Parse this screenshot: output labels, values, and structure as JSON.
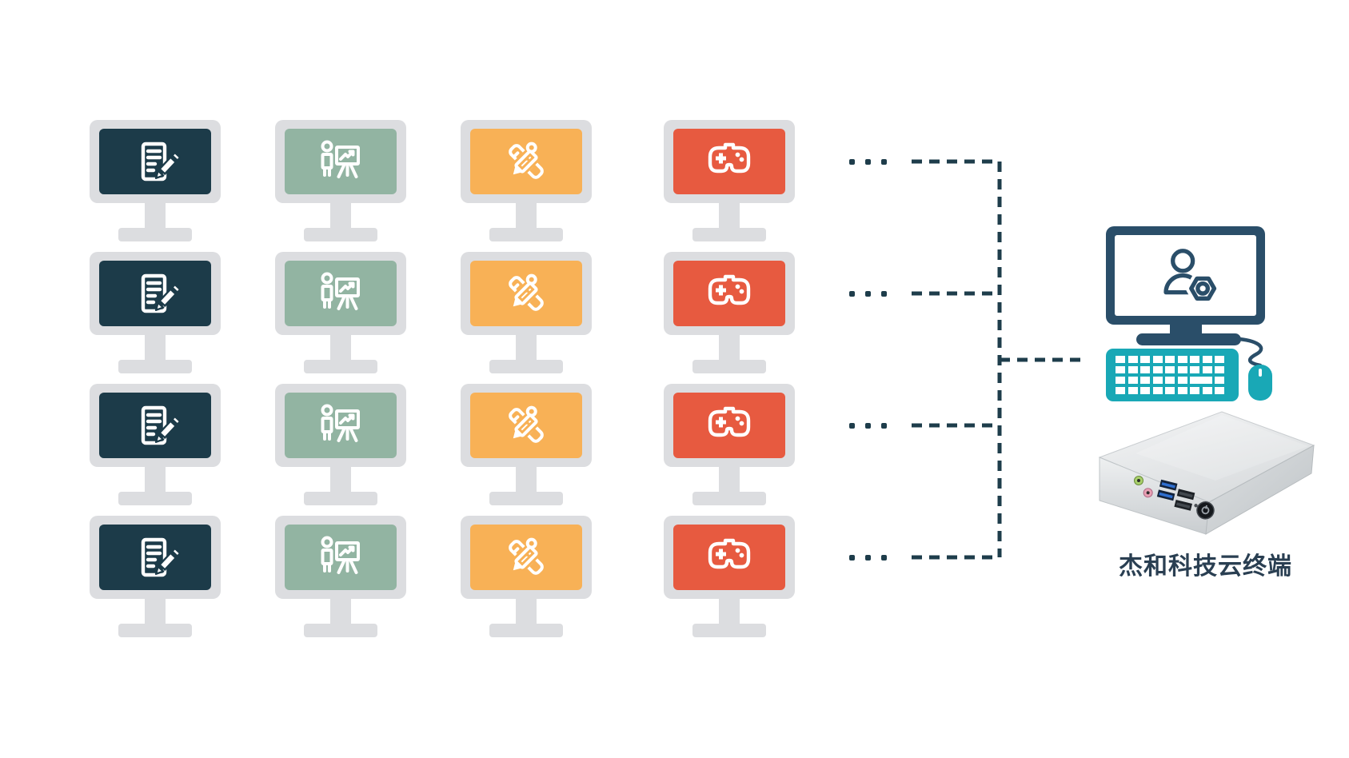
{
  "diagram": {
    "device_caption": "杰和科技云终端",
    "ellipsis": "...",
    "rows": 4,
    "client_columns": [
      {
        "id": "office",
        "icon": "document-edit-icon",
        "screen_color": "#1c3b49"
      },
      {
        "id": "presentation",
        "icon": "presentation-icon",
        "screen_color": "#92b4a2"
      },
      {
        "id": "design",
        "icon": "design-tools-icon",
        "screen_color": "#f8b156"
      },
      {
        "id": "gaming",
        "icon": "gamepad-icon",
        "screen_color": "#e75a40"
      }
    ],
    "colors": {
      "monitor_frame": "#dcdde0",
      "connector_dash": "#1e3d4b",
      "admin_navy": "#2a4e69",
      "admin_teal": "#19a8b6"
    },
    "admin_station": {
      "screen_icon": "user-settings-icon"
    }
  }
}
